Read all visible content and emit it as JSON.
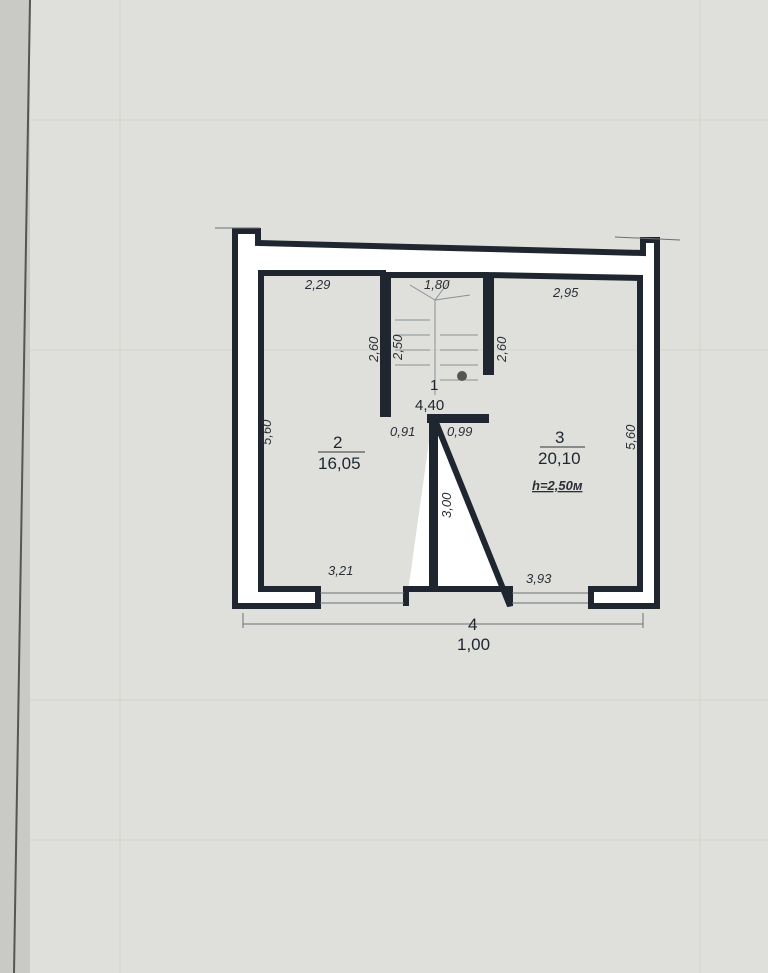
{
  "plan": {
    "rooms": [
      {
        "number": "1",
        "area": "4,40"
      },
      {
        "number": "2",
        "area": "16,05"
      },
      {
        "number": "3",
        "area": "20,10",
        "height": "h=2,50м"
      },
      {
        "number": "4",
        "area": "1,00"
      }
    ],
    "dimensions": {
      "room2_top": "2,29",
      "room2_left": "5,60",
      "room2_bottom": "3,21",
      "stair_top": "1,80",
      "stair_left_outer": "2,60",
      "stair_left_inner": "2,50",
      "stair_right": "2,60",
      "door_left": "0,91",
      "door_right": "0,99",
      "partition": "3,00",
      "room3_top": "2,95",
      "room3_right": "5,60",
      "room3_bottom": "3,93"
    }
  },
  "colors": {
    "paper": "#dfe0db",
    "wall": "#1f2630"
  }
}
